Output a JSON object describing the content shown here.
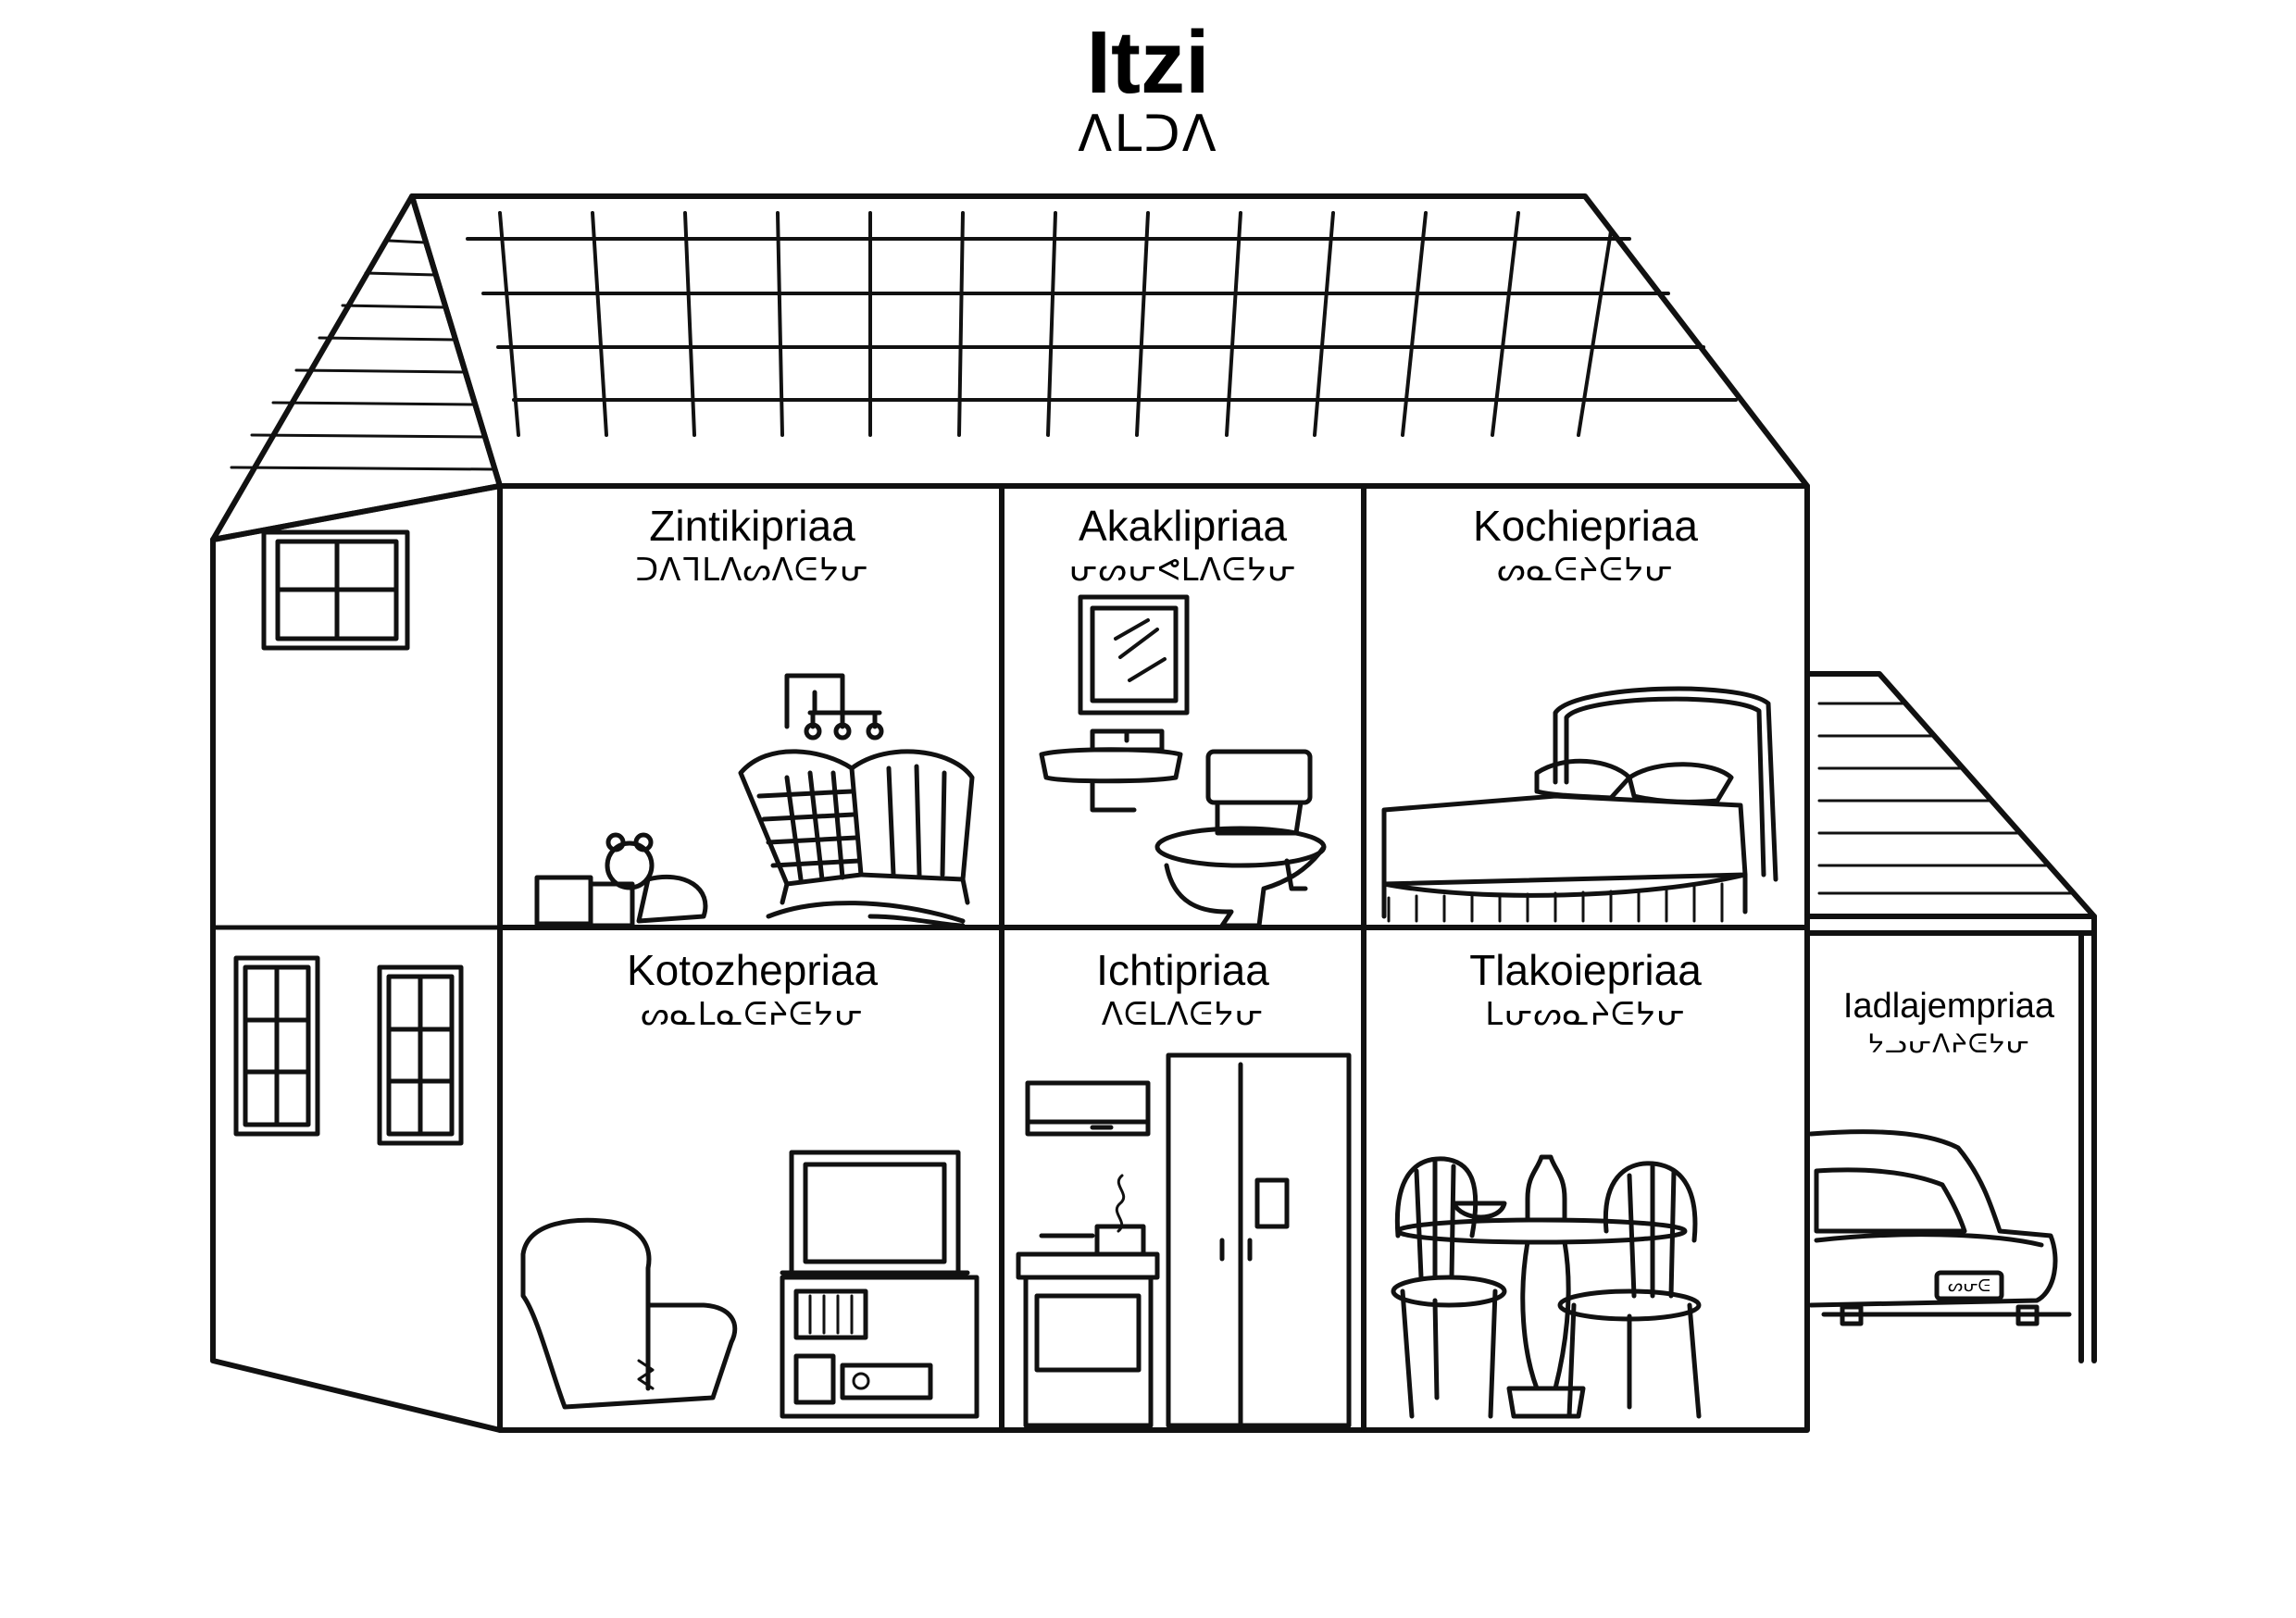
{
  "title": "Itzi",
  "title_script": "ᐱᒪᑐᐱ",
  "rooms": [
    {
      "name": "Zintikipriaa",
      "script": "ᑐᐱᒣᒪᐱᔕᐱᕮᔭᕂ"
    },
    {
      "name": "Akaklipriaa",
      "script": "ᕂᔕᕂᕙᒪᐱᕮᔭᕂ"
    },
    {
      "name": "Kochiepriaa",
      "script": "ᔕᓇᕮᔨᕮᔭᕂ"
    },
    {
      "name": "Kotozhepriaa",
      "script": "ᔕᓇᒪᓇᕮᔨᕮᔭᕂ"
    },
    {
      "name": "Ichtipriaa",
      "script": "ᐱᕮᒪᐱᕮᔭᕂ"
    },
    {
      "name": "Tlakoiepriaa",
      "script": "ᒪᕂᔕᓇᔨᕮᔭᕂ"
    },
    {
      "name": "Iadlajempriaa",
      "script": "ᔭᓗᕂᐱᔨᕮᔭᕂ"
    }
  ],
  "license_plate": "ᔕᕂᕮ"
}
